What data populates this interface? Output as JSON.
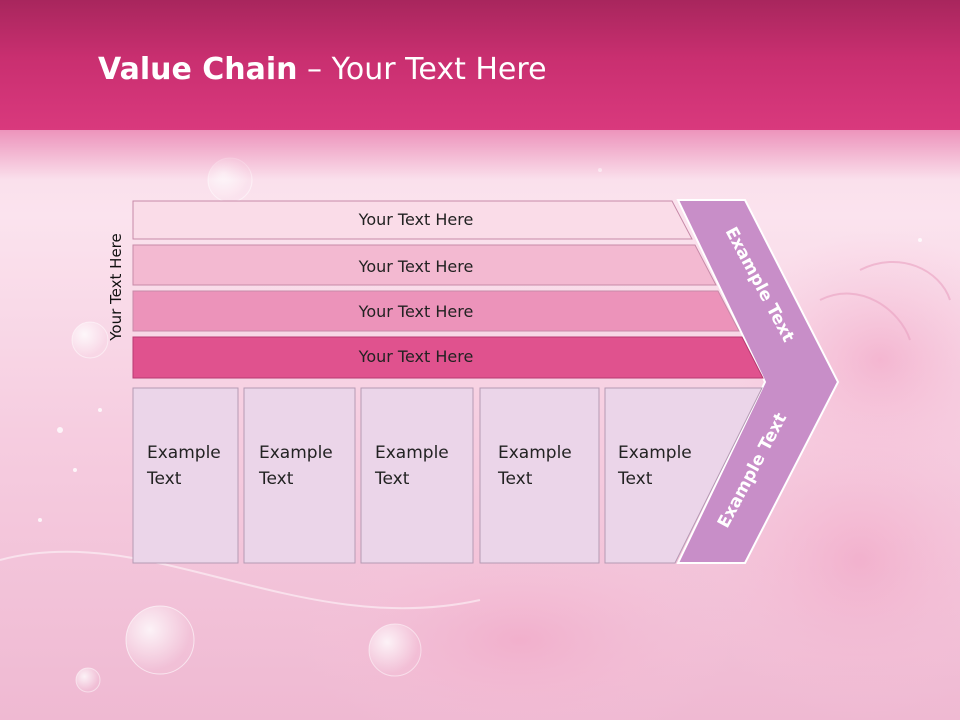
{
  "title": {
    "bold": "Value Chain",
    "rest": " – Your Text Here"
  },
  "side_label": "Your Text Here",
  "bars": [
    {
      "label": "Your Text Here",
      "color": "#fadce8"
    },
    {
      "label": "Your Text Here",
      "color": "#f3b9d1"
    },
    {
      "label": "Your Text Here",
      "color": "#ec93ba"
    },
    {
      "label": "Your Text Here",
      "color": "#e0528e"
    }
  ],
  "arrow": {
    "top_text": "Example Text",
    "bottom_text": "Example Text",
    "color": "#c88ec8"
  },
  "boxes": [
    {
      "line1": "Example",
      "line2": "Text"
    },
    {
      "line1": "Example",
      "line2": "Text"
    },
    {
      "line1": "Example",
      "line2": "Text"
    },
    {
      "line1": "Example",
      "line2": "Text"
    },
    {
      "line1": "Example",
      "line2": "Text"
    }
  ],
  "colors": {
    "header": "#c92f70",
    "box_fill": "#ebd5e9",
    "box_stroke": "#b59ab4"
  }
}
